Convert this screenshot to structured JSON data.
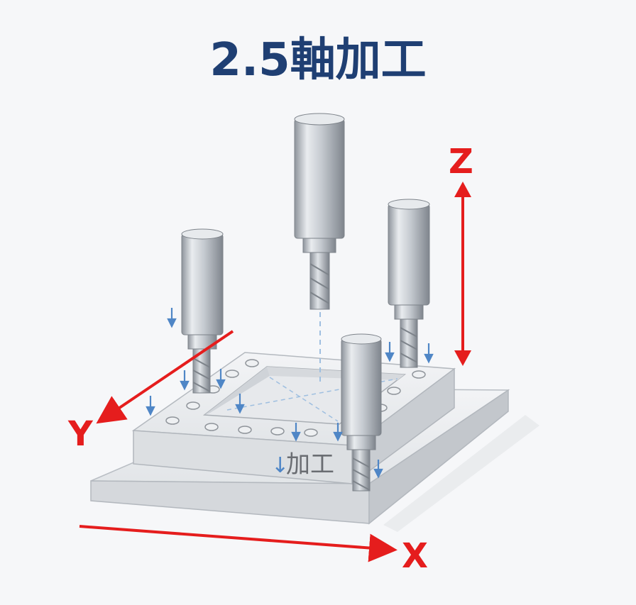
{
  "title": "2.5軸加工",
  "axes": {
    "x": "X",
    "y": "Y",
    "z": "Z"
  },
  "annotation": "加工",
  "annotation_arrow": "↓",
  "colors": {
    "title": "#1f3f73",
    "axis": "#e51d1d",
    "hint": "#4f86c6"
  }
}
